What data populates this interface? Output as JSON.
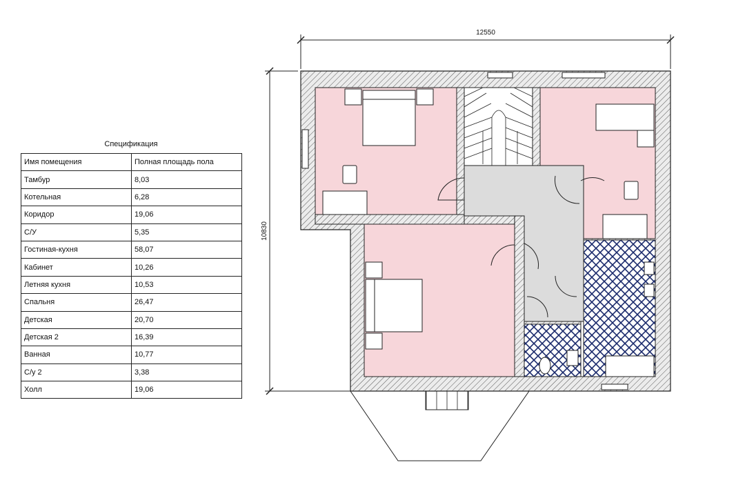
{
  "spec": {
    "title": "Спецификация",
    "headers": [
      "Имя помещения",
      "Полная площадь пола"
    ],
    "rows": [
      [
        "Тамбур",
        "8,03"
      ],
      [
        "Котельная",
        "6,28"
      ],
      [
        "Коридор",
        "19,06"
      ],
      [
        "С/У",
        "5,35"
      ],
      [
        "Гостиная-кухня",
        "58,07"
      ],
      [
        "Кабинет",
        "10,26"
      ],
      [
        "Летняя кухня",
        "10,53"
      ],
      [
        "Спальня",
        "26,47"
      ],
      [
        "Детская",
        "20,70"
      ],
      [
        "Детская 2",
        "16,39"
      ],
      [
        "Ванная",
        "10,77"
      ],
      [
        "С/у 2",
        "3,38"
      ],
      [
        "Холл",
        "19,06"
      ]
    ]
  },
  "dimensions": {
    "width": "12550",
    "height": "10830"
  },
  "colors": {
    "room_pink": "#f7d6da",
    "hall_gray": "#dcdcdc",
    "wall_fill": "#e9e9e9",
    "tile_blue": "#1a2a6c"
  }
}
